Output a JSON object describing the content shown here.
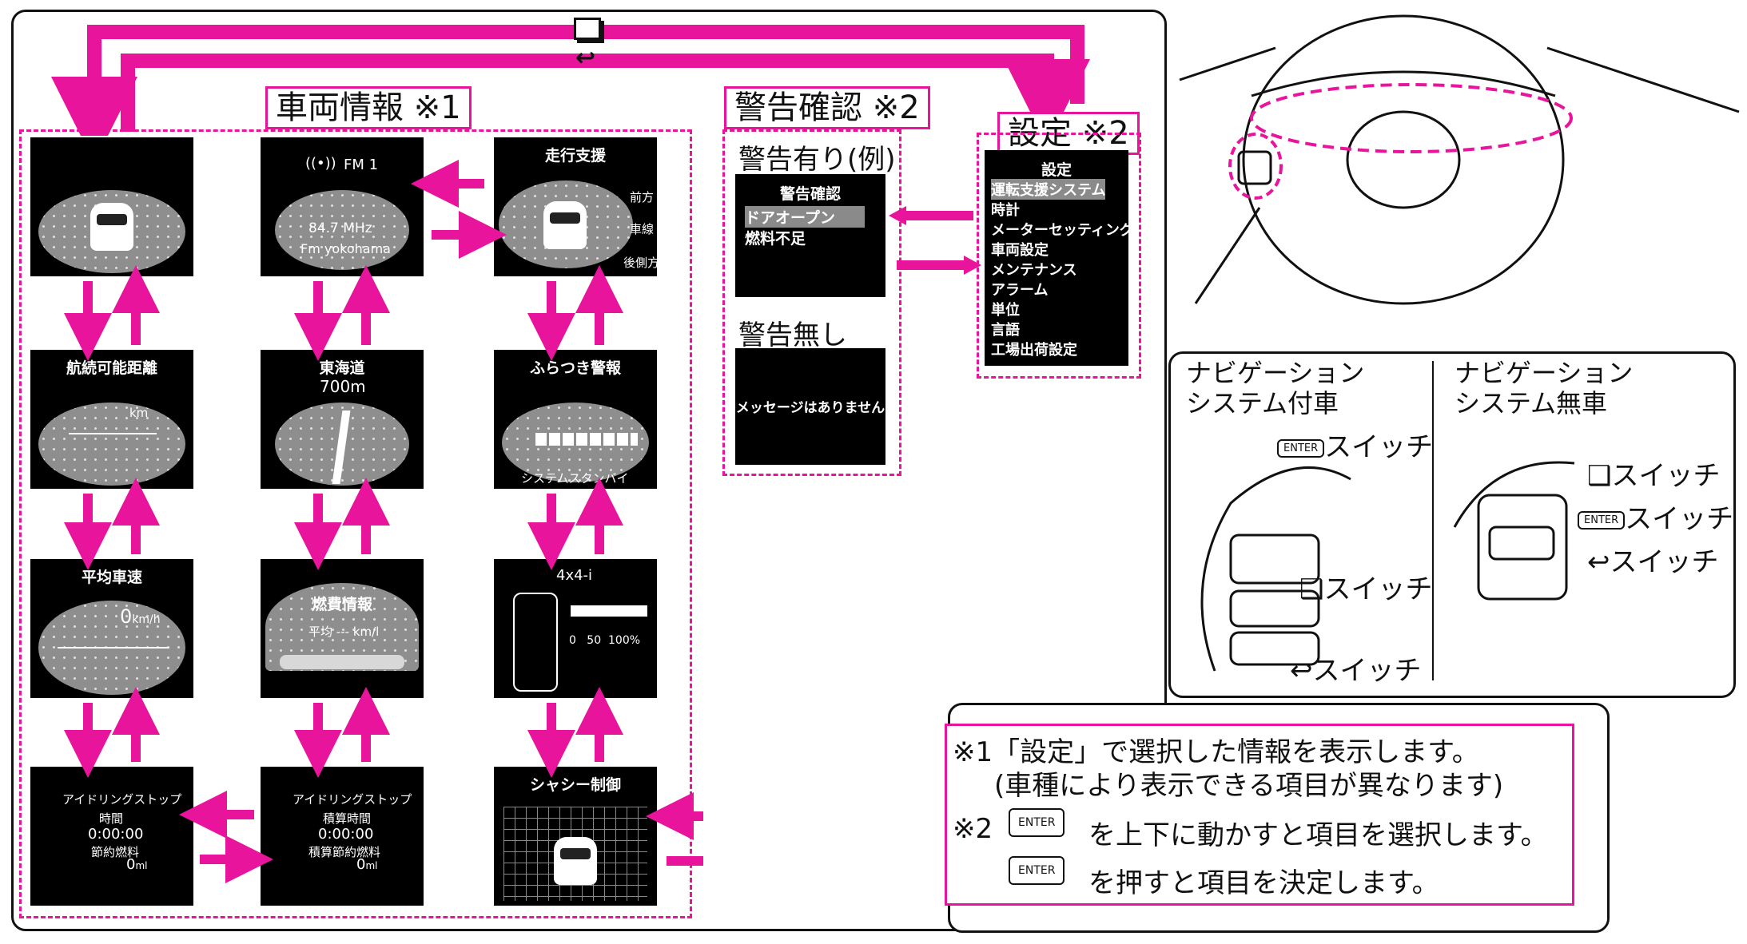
{
  "sections": {
    "vehicle_info": "車両情報 ※1",
    "warning_check": "警告確認 ※2",
    "settings": "設定 ※2"
  },
  "icons": {
    "menu": "menu-square-icon",
    "back": "back-arrow-icon"
  },
  "colors": {
    "accent": "#e8149b",
    "screen": "#000000",
    "dome": "#8e8e8e"
  },
  "screens": {
    "home": {
      "title": ""
    },
    "audio": {
      "source": "FM 1",
      "frequency": "84.7 MHz",
      "station": "Fm yokohama"
    },
    "driving_support": {
      "title": "走行支援",
      "front": "前方",
      "lane": "車線",
      "rear_side": "後側方"
    },
    "range": {
      "title": "航続可能距離",
      "unit": "km"
    },
    "navigation": {
      "title": "東海道",
      "distance": "700m"
    },
    "fatigue": {
      "title": "ふらつき警報",
      "status": "システムスタンバイ"
    },
    "avg_speed": {
      "title": "平均車速",
      "value": "0",
      "unit": "km/h"
    },
    "fuel": {
      "title": "燃費情報",
      "avg_label": "平均",
      "avg_value": "---",
      "unit": "km/l"
    },
    "four_wd": {
      "title": "4x4-i",
      "scale_0": "0",
      "scale_50": "50",
      "scale_100": "100%"
    },
    "idle_stop_1": {
      "title": "アイドリングストップ",
      "time_label": "時間",
      "time": "0:00:00",
      "saving_label": "節約燃料",
      "saving": "0",
      "saving_unit": "ml"
    },
    "idle_stop_2": {
      "title": "アイドリングストップ",
      "time_label": "積算時間",
      "time": "0:00:00",
      "saving_label": "積算節約燃料",
      "saving": "0",
      "saving_unit": "ml"
    },
    "chassis": {
      "title": "シャシー制御"
    }
  },
  "warning": {
    "with_label": "警告有り(例)",
    "screen_title": "警告確認",
    "items": [
      "ドアオープン",
      "燃料不足"
    ],
    "without_label": "警告無し",
    "no_message": "メッセージはありません"
  },
  "settings_menu": {
    "title": "設定",
    "items": [
      "運転支援システム",
      "時計",
      "メーターセッティング",
      "車両設定",
      "メンテナンス",
      "アラーム",
      "単位",
      "言語",
      "工場出荷設定"
    ]
  },
  "panel": {
    "with_nav": "ナビゲーション\nシステム付車",
    "without_nav": "ナビゲーション\nシステム無車",
    "switch": "スイッチ",
    "enter": "ENTER"
  },
  "notes": {
    "n1_line1": "※1「設定」で選択した情報を表示します。",
    "n1_line2": "(車種により表示できる項目が異なります)",
    "n2_mark": "※2",
    "n2_line1": "を上下に動かすと項目を選択します。",
    "n2_line2": "を押すと項目を決定します。"
  }
}
